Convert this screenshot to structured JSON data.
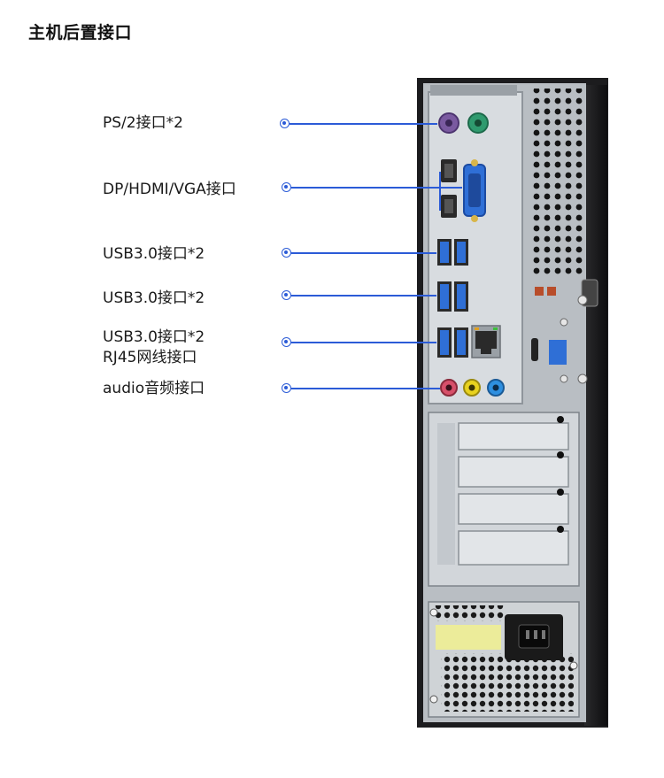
{
  "title": "主机后置接口",
  "callouts": [
    {
      "id": "ps2",
      "text": "PS/2接口*2"
    },
    {
      "id": "video",
      "text": "DP/HDMI/VGA接口"
    },
    {
      "id": "usb1",
      "text": "USB3.0接口*2"
    },
    {
      "id": "usb2",
      "text": "USB3.0接口*2"
    },
    {
      "id": "usb3",
      "line1": "USB3.0接口*2",
      "line2": "RJ45网线接口"
    },
    {
      "id": "audio",
      "text": "audio音频接口"
    }
  ],
  "colors": {
    "accent": "#2b5bd7",
    "chassis": "#1c1c1e",
    "panel": "#c9ced3",
    "usb_blue": "#2f6fd6",
    "ps2_purple": "#7a5aa0",
    "ps2_green": "#2f9a6e",
    "audio_pink": "#d7506a",
    "audio_yellow": "#e8d21f",
    "audio_blue": "#2e8fe0",
    "label_yellow": "#ecec9a"
  }
}
